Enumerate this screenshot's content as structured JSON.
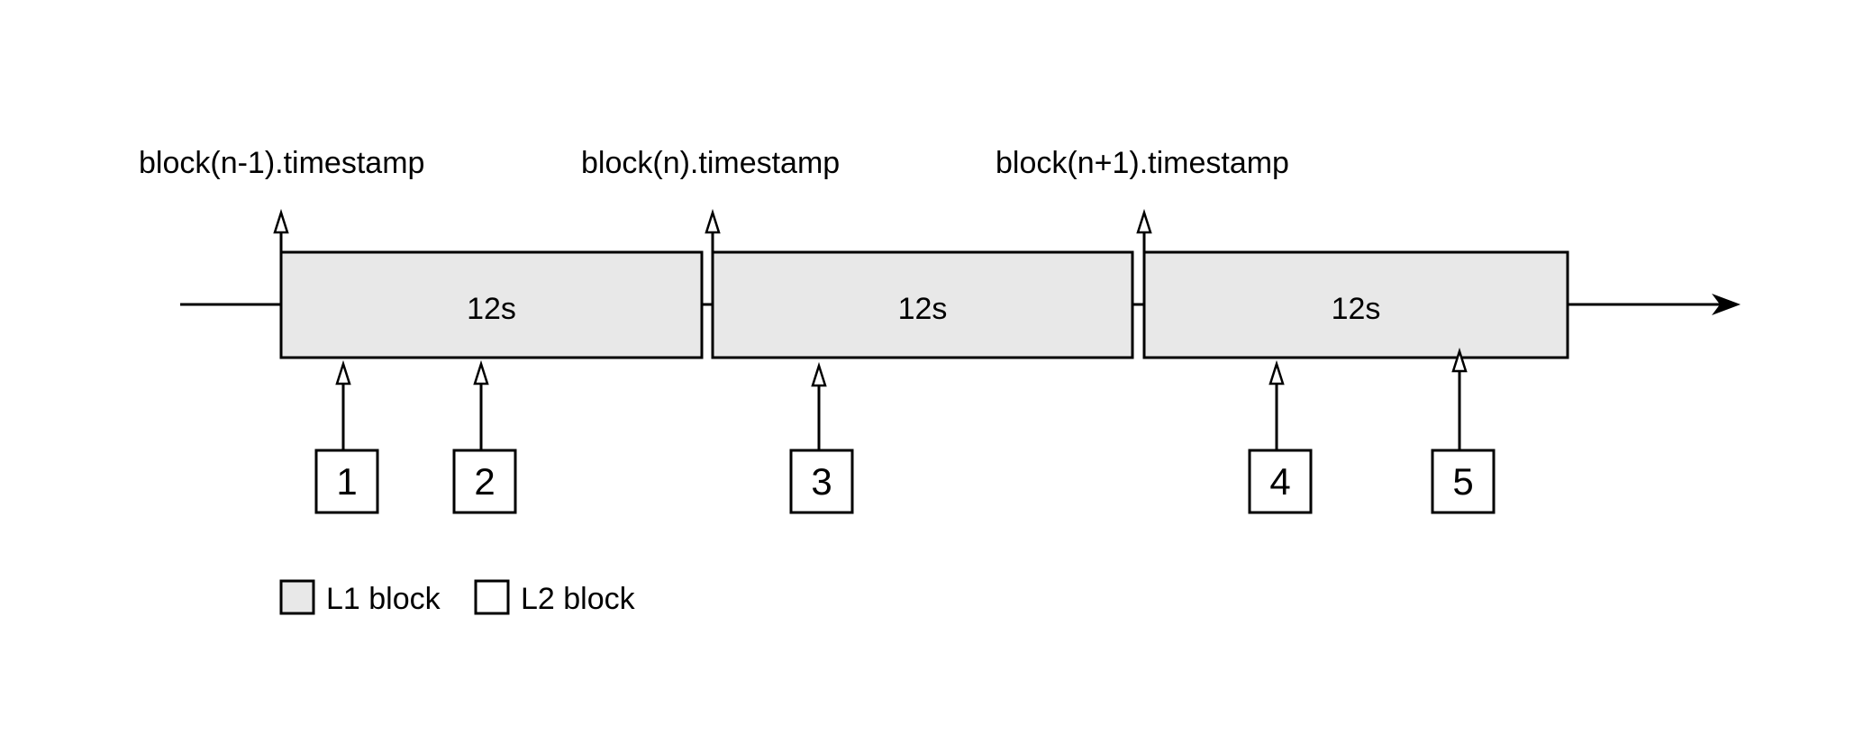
{
  "timestamps": [
    {
      "label": "block(n-1).timestamp"
    },
    {
      "label": "block(n).timestamp"
    },
    {
      "label": "block(n+1).timestamp"
    }
  ],
  "l1_blocks": [
    {
      "duration": "12s"
    },
    {
      "duration": "12s"
    },
    {
      "duration": "12s"
    }
  ],
  "l2_blocks": [
    {
      "number": "1"
    },
    {
      "number": "2"
    },
    {
      "number": "3"
    },
    {
      "number": "4"
    },
    {
      "number": "5"
    }
  ],
  "legend": {
    "l1": "L1 block",
    "l2": "L2 block"
  },
  "colors": {
    "l1_fill": "#e8e8e8",
    "l2_fill": "#ffffff",
    "stroke": "#000000"
  }
}
